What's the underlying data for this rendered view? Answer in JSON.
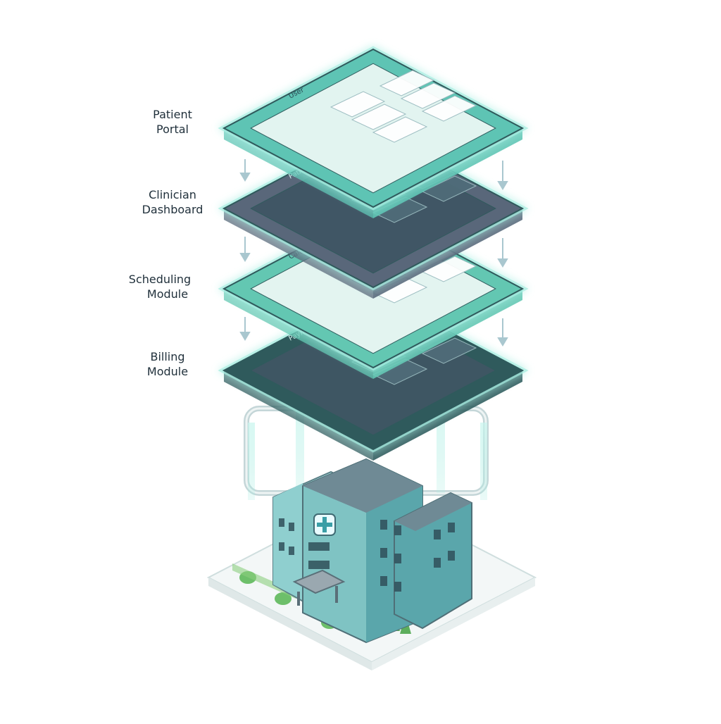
{
  "layers": [
    {
      "id": "patient-portal",
      "line1": "Patient",
      "line2": "Portal",
      "header": "User",
      "color": "#5ec4b4"
    },
    {
      "id": "clinician-dashboard",
      "line1": "Clinician",
      "line2": "Dashboard",
      "header": "Patient Record",
      "color": "#59677a"
    },
    {
      "id": "scheduling-module",
      "line1": "Scheduling",
      "line2": "Module",
      "header": "Calendar",
      "color": "#63c7b2"
    },
    {
      "id": "billing-module",
      "line1": "Billing",
      "line2": "Module",
      "header": "Payments",
      "color": "#2f5a5c"
    }
  ],
  "building": {
    "icon": "hospital-cross-icon",
    "color": "#6fc0c0"
  },
  "colors": {
    "accent": "#5fd3c3",
    "glow": "#a8eee2",
    "ground": "#eef4f4"
  }
}
